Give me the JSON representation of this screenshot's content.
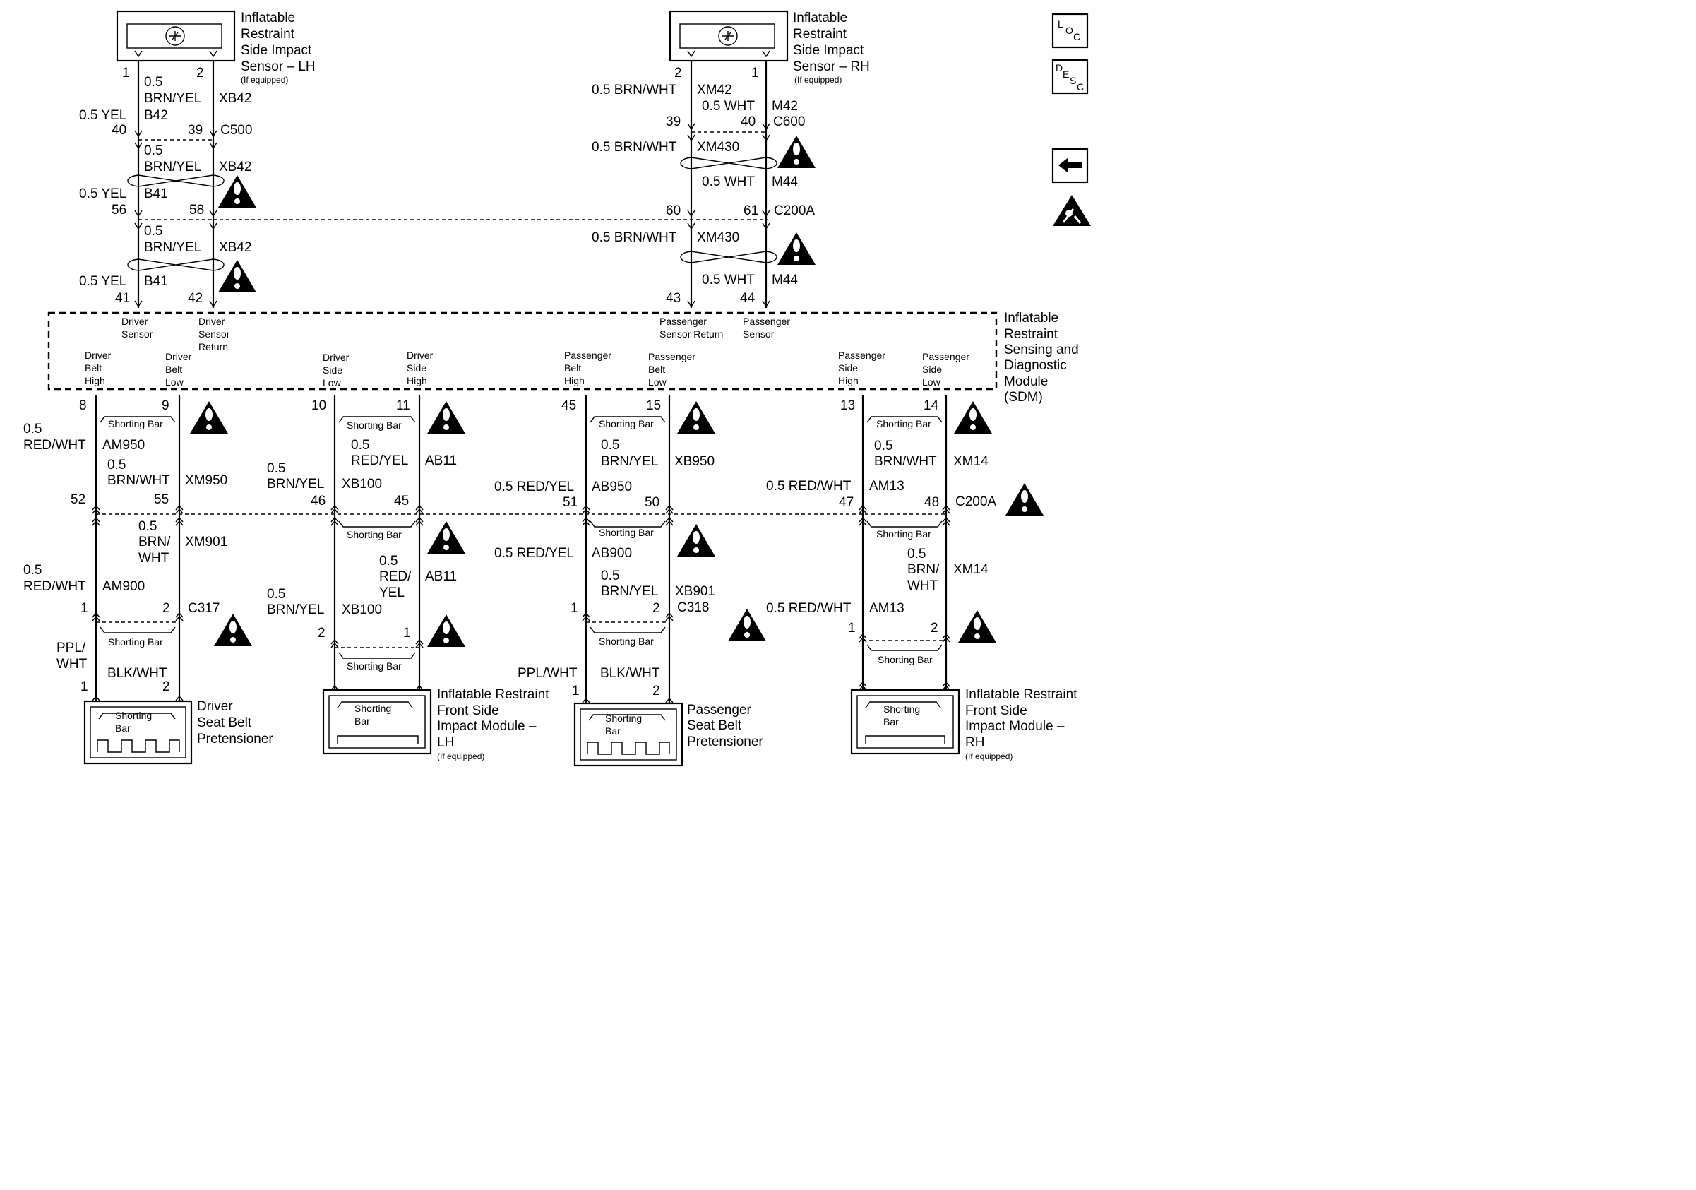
{
  "components": {
    "lh_sensor": [
      "Inflatable",
      "Restraint",
      "Side Impact",
      "Sensor – LH"
    ],
    "rh_sensor": [
      "Inflatable",
      "Restraint",
      "Side Impact",
      "Sensor – RH"
    ],
    "if_equipped": "(If equipped)",
    "sdm": [
      "Inflatable",
      "Restraint",
      "Sensing and",
      "Diagnostic",
      "Module",
      "(SDM)"
    ],
    "driver_pretensioner": [
      "Driver",
      "Seat Belt",
      "Pretensioner"
    ],
    "passenger_pretensioner": [
      "Passenger",
      "Seat Belt",
      "Pretensioner"
    ],
    "lh_front_side_module": [
      "Inflatable Restraint",
      "Front Side",
      "Impact Module –",
      "LH"
    ],
    "rh_front_side_module": [
      "Inflatable Restraint",
      "Front Side",
      "Impact Module –",
      "RH"
    ],
    "shorting_bar": "Shorting Bar",
    "shorting_bar_box": [
      "Shorting",
      "Bar"
    ]
  },
  "connectors": {
    "c500": "C500",
    "c600": "C600",
    "c200a": "C200A",
    "c317": "C317",
    "c318": "C318"
  },
  "pins": {
    "lh_sensor": [
      "1",
      "2"
    ],
    "rh_sensor": [
      "2",
      "1"
    ],
    "c500": [
      "40",
      "39"
    ],
    "c600": [
      "39",
      "40"
    ],
    "c200a_upper_lh": [
      "56",
      "58"
    ],
    "c200a_upper_rh": [
      "60",
      "61"
    ],
    "sdm_top": [
      "41",
      "42",
      "43",
      "44"
    ],
    "sdm_bottom": [
      "8",
      "9",
      "10",
      "11",
      "45",
      "15",
      "13",
      "14"
    ],
    "c200a_lower": [
      "52",
      "55",
      "46",
      "45",
      "51",
      "50",
      "47",
      "48"
    ],
    "c317": [
      "1",
      "2"
    ],
    "c318": [
      "1",
      "2"
    ],
    "lh_module": [
      "2",
      "1"
    ],
    "rh_module": [
      "1",
      "2"
    ],
    "driver_pret": [
      "1",
      "2"
    ],
    "pass_pret": [
      "1",
      "2"
    ]
  },
  "sdm_terminals": {
    "driver_sensor": [
      "Driver",
      "Sensor"
    ],
    "driver_sensor_return": [
      "Driver",
      "Sensor",
      "Return"
    ],
    "passenger_sensor_return": [
      "Passenger",
      "Sensor Return"
    ],
    "passenger_sensor": [
      "Passenger",
      "Sensor"
    ],
    "driver_belt_high": [
      "Driver",
      "Belt",
      "High"
    ],
    "driver_belt_low": [
      "Driver",
      "Belt",
      "Low"
    ],
    "driver_side_low": [
      "Driver",
      "Side",
      "Low"
    ],
    "driver_side_high": [
      "Driver",
      "Side",
      "High"
    ],
    "passenger_belt_high": [
      "Passenger",
      "Belt",
      "High"
    ],
    "passenger_belt_low": [
      "Passenger",
      "Belt",
      "Low"
    ],
    "passenger_side_high": [
      "Passenger",
      "Side",
      "High"
    ],
    "passenger_side_low": [
      "Passenger",
      "Side",
      "Low"
    ]
  },
  "wires": {
    "lh_a_gauge": "0.5",
    "lh_a_color": "BRN/YEL",
    "lh_a_circuit": "XB42",
    "lh_b": "0.5 YEL",
    "lh_b_circuit": "B42",
    "lh_c_gauge": "0.5",
    "lh_c_color": "BRN/YEL",
    "lh_c_circuit": "XB42",
    "lh_d": "0.5 YEL",
    "lh_d_circuit": "B41",
    "lh_e_gauge": "0.5",
    "lh_e_color": "BRN/YEL",
    "lh_e_circuit": "XB42",
    "lh_f": "0.5 YEL",
    "lh_f_circuit": "B41",
    "rh_a": "0.5 BRN/WHT",
    "rh_a_circuit": "XM42",
    "rh_b": "0.5 WHT",
    "rh_b_circuit": "M42",
    "rh_c": "0.5 BRN/WHT",
    "rh_c_circuit": "XM430",
    "rh_d": "0.5 WHT",
    "rh_d_circuit": "M44",
    "rh_e": "0.5 BRN/WHT",
    "rh_e_circuit": "XM430",
    "rh_f": "0.5 WHT",
    "rh_f_circuit": "M44",
    "s1_a_gauge": "0.5",
    "s1_a_color": "RED/WHT",
    "s1_a_circuit": "AM950",
    "s1_b_gauge": "0.5",
    "s1_b_color": "BRN/WHT",
    "s1_b_circuit": "XM950",
    "s1_c_gauge": "0.5",
    "s1_c_color1": "BRN/",
    "s1_c_color2": "WHT",
    "s1_c_circuit": "XM901",
    "s1_d_gauge": "0.5",
    "s1_d_color": "RED/WHT",
    "s1_d_circuit": "AM900",
    "s1_e_color1": "PPL/",
    "s1_e_color2": "WHT",
    "s1_f_color": "BLK/WHT",
    "s2_a_gauge": "0.5",
    "s2_a_color": "RED/YEL",
    "s2_a_circuit": "AB11",
    "s2_b_gauge": "0.5",
    "s2_b_color": "BRN/YEL",
    "s2_b_circuit": "XB100",
    "s2_c_gauge": "0.5",
    "s2_c_color1": "RED/",
    "s2_c_color2": "YEL",
    "s2_c_circuit": "AB11",
    "s2_d_gauge": "0.5",
    "s2_d_color": "BRN/YEL",
    "s2_d_circuit": "XB100",
    "s3_a_gauge": "0.5",
    "s3_a_color": "BRN/YEL",
    "s3_a_circuit": "XB950",
    "s3_b": "0.5 RED/YEL",
    "s3_b_circuit": "AB950",
    "s3_c": "0.5 RED/YEL",
    "s3_c_circuit": "AB900",
    "s3_d_gauge": "0.5",
    "s3_d_color": "BRN/YEL",
    "s3_d_circuit": "XB901",
    "s3_e_color": "PPL/WHT",
    "s3_f_color": "BLK/WHT",
    "s4_a_gauge": "0.5",
    "s4_a_color": "BRN/WHT",
    "s4_a_circuit": "XM14",
    "s4_b": "0.5 RED/WHT",
    "s4_b_circuit": "AM13",
    "s4_c_gauge": "0.5",
    "s4_c_color1": "BRN/",
    "s4_c_color2": "WHT",
    "s4_c_circuit": "XM14",
    "s4_d": "0.5 RED/WHT",
    "s4_d_circuit": "AM13"
  },
  "nav": {
    "loc": [
      "L",
      "O",
      "C"
    ],
    "desc": [
      "D",
      "E",
      "S",
      "C"
    ]
  }
}
